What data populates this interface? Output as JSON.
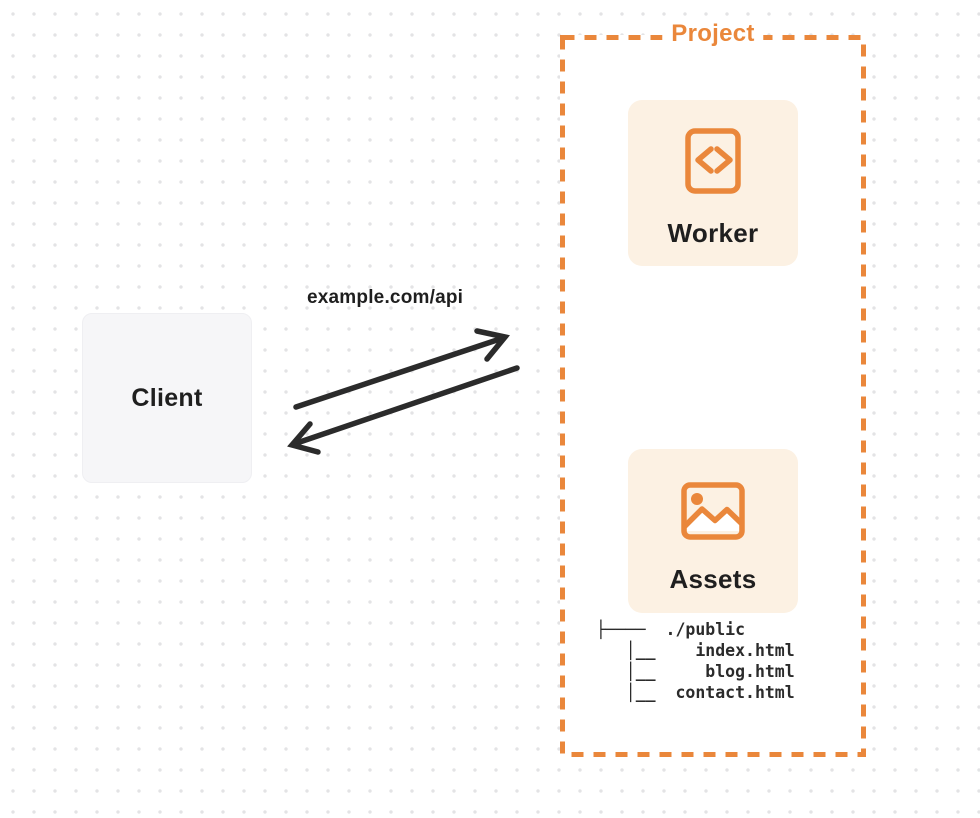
{
  "colors": {
    "orange": "#EA873B",
    "card_bg": "#FCF1E3",
    "client_bg": "#F6F6F8",
    "arrow": "#2B2B2B",
    "text_dark": "#1F1F1F",
    "dot_grid": "#E3E3E5"
  },
  "diagram": {
    "project": {
      "label": "Project"
    },
    "client": {
      "label": "Client"
    },
    "request": {
      "url_label": "example.com/api"
    },
    "worker": {
      "label": "Worker",
      "icon": "code-file-icon"
    },
    "assets": {
      "label": "Assets",
      "icon": "image-icon"
    },
    "file_tree": {
      "lines": [
        "├────  ./public",
        "   │__    index.html",
        "   │__     blog.html",
        "   │__  contact.html"
      ]
    }
  }
}
